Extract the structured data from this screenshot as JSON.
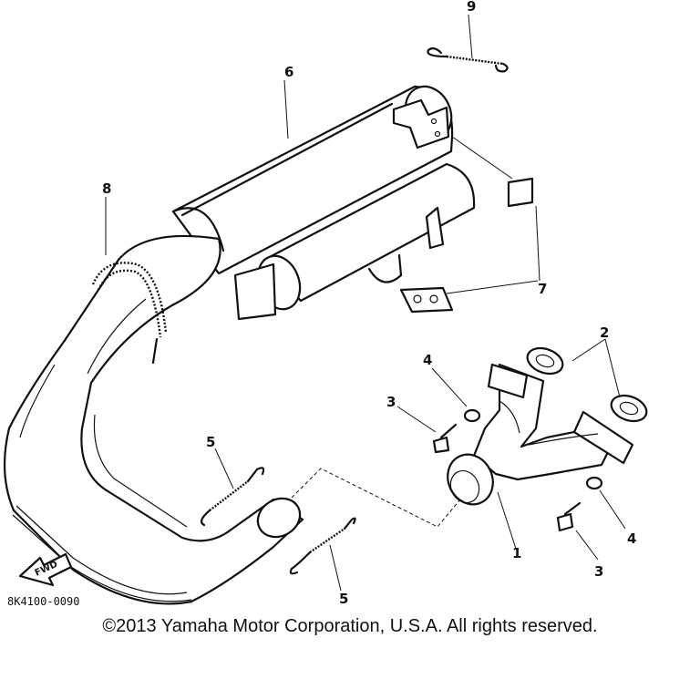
{
  "diagram": {
    "reference_code": "8K4100-0090",
    "direction_tag": "FWD",
    "copyright": "©2013 Yamaha Motor Corporation, U.S.A. All rights reserved."
  },
  "callouts": [
    {
      "id": "1",
      "text": "1"
    },
    {
      "id": "2",
      "text": "2"
    },
    {
      "id": "3",
      "text": "3"
    },
    {
      "id": "4",
      "text": "4"
    },
    {
      "id": "5",
      "text": "5"
    },
    {
      "id": "6",
      "text": "6"
    },
    {
      "id": "7",
      "text": "7"
    },
    {
      "id": "8",
      "text": "8"
    },
    {
      "id": "9",
      "text": "9"
    }
  ]
}
